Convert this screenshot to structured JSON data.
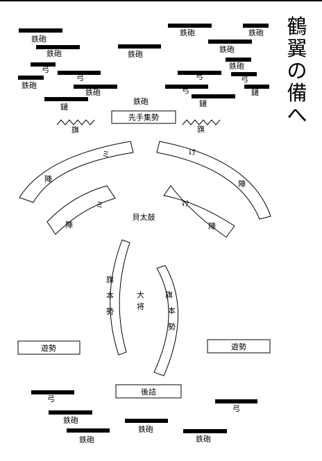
{
  "title_chars": [
    "鶴",
    "翼",
    "の",
    "備",
    "へ"
  ],
  "colors": {
    "ink": "#000000",
    "paper": "#ffffff"
  },
  "bars": [
    {
      "id": "t-a",
      "label": ""
    },
    {
      "id": "t-b",
      "label": ""
    },
    {
      "id": "t-c",
      "label": ""
    },
    {
      "id": "t-d",
      "label": ""
    },
    {
      "id": "t-e",
      "label": ""
    },
    {
      "id": "t-f",
      "label": ""
    },
    {
      "id": "t-g",
      "label": ""
    },
    {
      "id": "t-h",
      "label": ""
    },
    {
      "id": "t-i",
      "label": ""
    },
    {
      "id": "t-j",
      "label": ""
    },
    {
      "id": "t-k",
      "label": ""
    },
    {
      "id": "t-l",
      "label": ""
    },
    {
      "id": "t-m",
      "label": ""
    },
    {
      "id": "t-n",
      "label": ""
    },
    {
      "id": "t-o",
      "label": ""
    },
    {
      "id": "t-p",
      "label": ""
    },
    {
      "id": "b-a",
      "label": ""
    },
    {
      "id": "b-b",
      "label": ""
    },
    {
      "id": "b-c",
      "label": ""
    },
    {
      "id": "b-d",
      "label": ""
    },
    {
      "id": "b-e",
      "label": ""
    },
    {
      "id": "b-f",
      "label": ""
    }
  ],
  "labels": {
    "teppo": "鉄砲",
    "yumi": "弓",
    "yari": "鑓",
    "hata": "旗",
    "kai_daiko": "貝太鼓",
    "taisho": "大将",
    "hatamoto": "旗本勢"
  },
  "boxes": {
    "sakite": "先手集勢",
    "yugun": "遊勢",
    "goshi": "後詰"
  },
  "wings": {
    "outer_left": "陣",
    "outer_right": "陣",
    "inner_left": "陣",
    "inner_right": "陣"
  }
}
